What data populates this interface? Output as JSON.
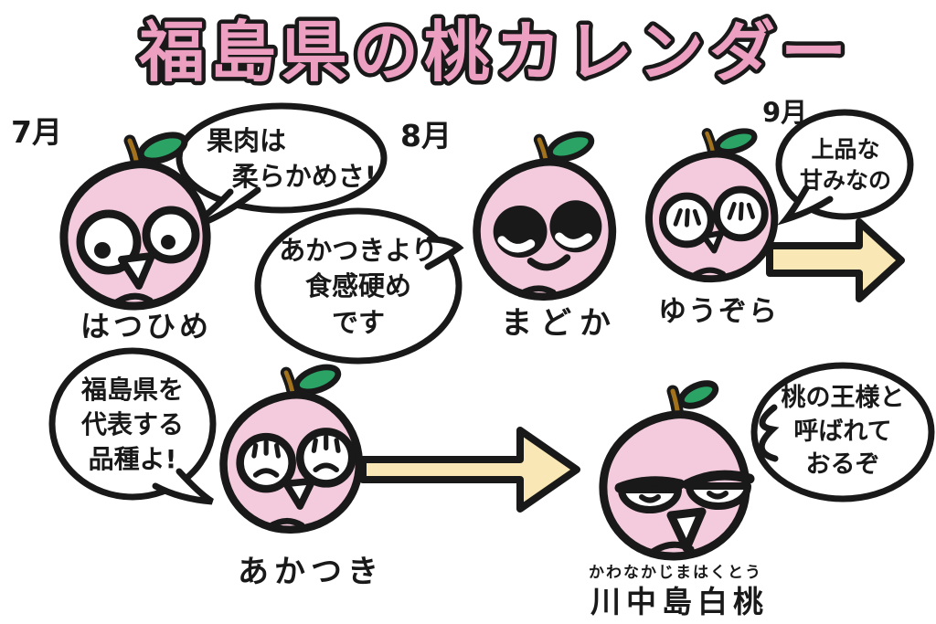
{
  "title": "福島県の桃カレンダー",
  "months": {
    "july": "7月",
    "august": "8月",
    "september": "9月"
  },
  "peaches": {
    "hatsuhime": {
      "name": "はつひめ",
      "month": "7月"
    },
    "madoka": {
      "name": "まどか",
      "month": "8月"
    },
    "yuzora": {
      "name": "ゆうぞら",
      "month": "9月"
    },
    "akatsuki": {
      "name": "あかつき"
    },
    "kawanakajima": {
      "name": "川中島白桃",
      "furigana": "かわなかじまはくとう"
    }
  },
  "bubbles": {
    "hatsuhime": {
      "speaker": "はつひめ",
      "lines": [
        "果肉は",
        "柔らかめさ!"
      ]
    },
    "madoka": {
      "speaker": "まどか",
      "lines": [
        "あかつきより",
        "食感硬め",
        "です"
      ]
    },
    "yuzora": {
      "speaker": "ゆうぞら",
      "lines": [
        "上品な",
        "甘みなの"
      ]
    },
    "akatsuki": {
      "speaker": "あかつき",
      "lines": [
        "福島県を",
        "代表する",
        "品種よ!"
      ]
    },
    "kawanakajima": {
      "speaker": "川中島白桃",
      "lines": [
        "桃の王様と",
        "呼ばれて",
        "おるぞ"
      ]
    }
  },
  "colors": {
    "peach_body": "#f4cbdc",
    "title_pink": "#ec9fc0",
    "outline": "#191919",
    "leaf_green": "#2aa365",
    "stem_brown": "#a2731c",
    "arrow_cream": "#f9e8b5",
    "background": "#ffffff"
  }
}
